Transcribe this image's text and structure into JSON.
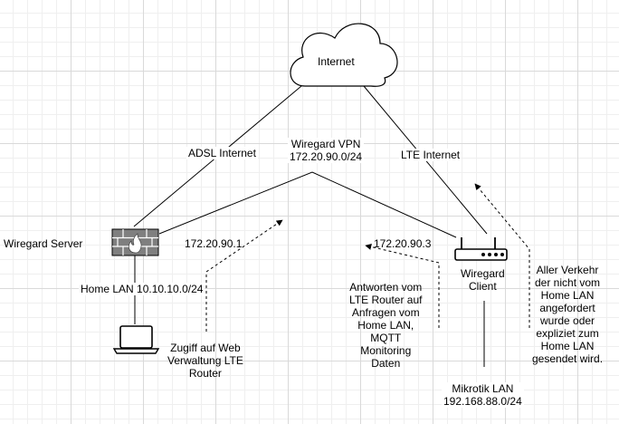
{
  "cloud": {
    "label": "Internet"
  },
  "links": {
    "adsl": "ADSL Internet",
    "lte": "LTE Internet",
    "vpn_line1": "Wiregard VPN",
    "vpn_line2": "172.20.90.0/24"
  },
  "server": {
    "name": "Wiregard Server",
    "ip": "172.20.90.1",
    "lan": "Home LAN 10.10.10.0/24"
  },
  "client": {
    "name_line1": "Wiregard",
    "name_line2": "Client",
    "ip": "172.20.90.3"
  },
  "mikrotik": {
    "line1": "Mikrotik LAN",
    "line2": "192.168.88.0/24"
  },
  "notes": {
    "web_access": [
      "Zugiff auf Web",
      "Verwaltung LTE",
      "Router"
    ],
    "responses": [
      "Antworten vom",
      "LTE Router auf",
      "Anfragen vom",
      "Home LAN,",
      "MQTT",
      "Monitoring",
      "Daten"
    ],
    "other_traffic": [
      "Aller Verkehr",
      "der nicht vom",
      "Home LAN",
      "angefordert",
      "wurde oder",
      "expliziet zum",
      "Home LAN",
      "gesendet wird."
    ]
  },
  "colors": {
    "line": "#000000",
    "firewall_fill": "#7f7f7f",
    "flame": "#ffffff"
  },
  "icons": [
    "cloud-icon",
    "firewall-icon",
    "laptop-icon",
    "router-icon"
  ]
}
